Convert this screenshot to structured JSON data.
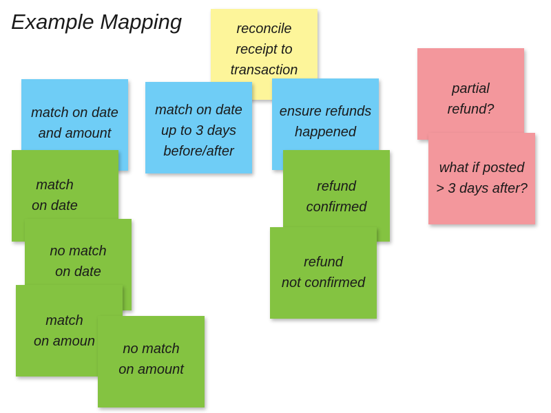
{
  "title": "Example Mapping",
  "notes": {
    "reconcile": "reconcile\nreceipt to\ntransaction",
    "match_date_amount": "match on date\nand amount",
    "match_3days": "match on date\nup to 3 days\nbefore/after",
    "ensure_refunds": "ensure refunds\nhappened",
    "partial_refund": "partial\nrefund?",
    "what_if": "what if posted\n> 3 days after?",
    "match_on_date": "match\non date",
    "refund_confirmed": "refund\nconfirmed",
    "no_match_on_date": "no match\non date",
    "refund_not_confirmed": "refund\nnot confirmed",
    "match_on_amount": "match\non amoun",
    "no_match_on_amount": "no match\non amount"
  },
  "colors": {
    "yellow": "#fdf59a",
    "blue": "#6fcdf6",
    "green": "#84c341",
    "pink": "#f3979c"
  }
}
